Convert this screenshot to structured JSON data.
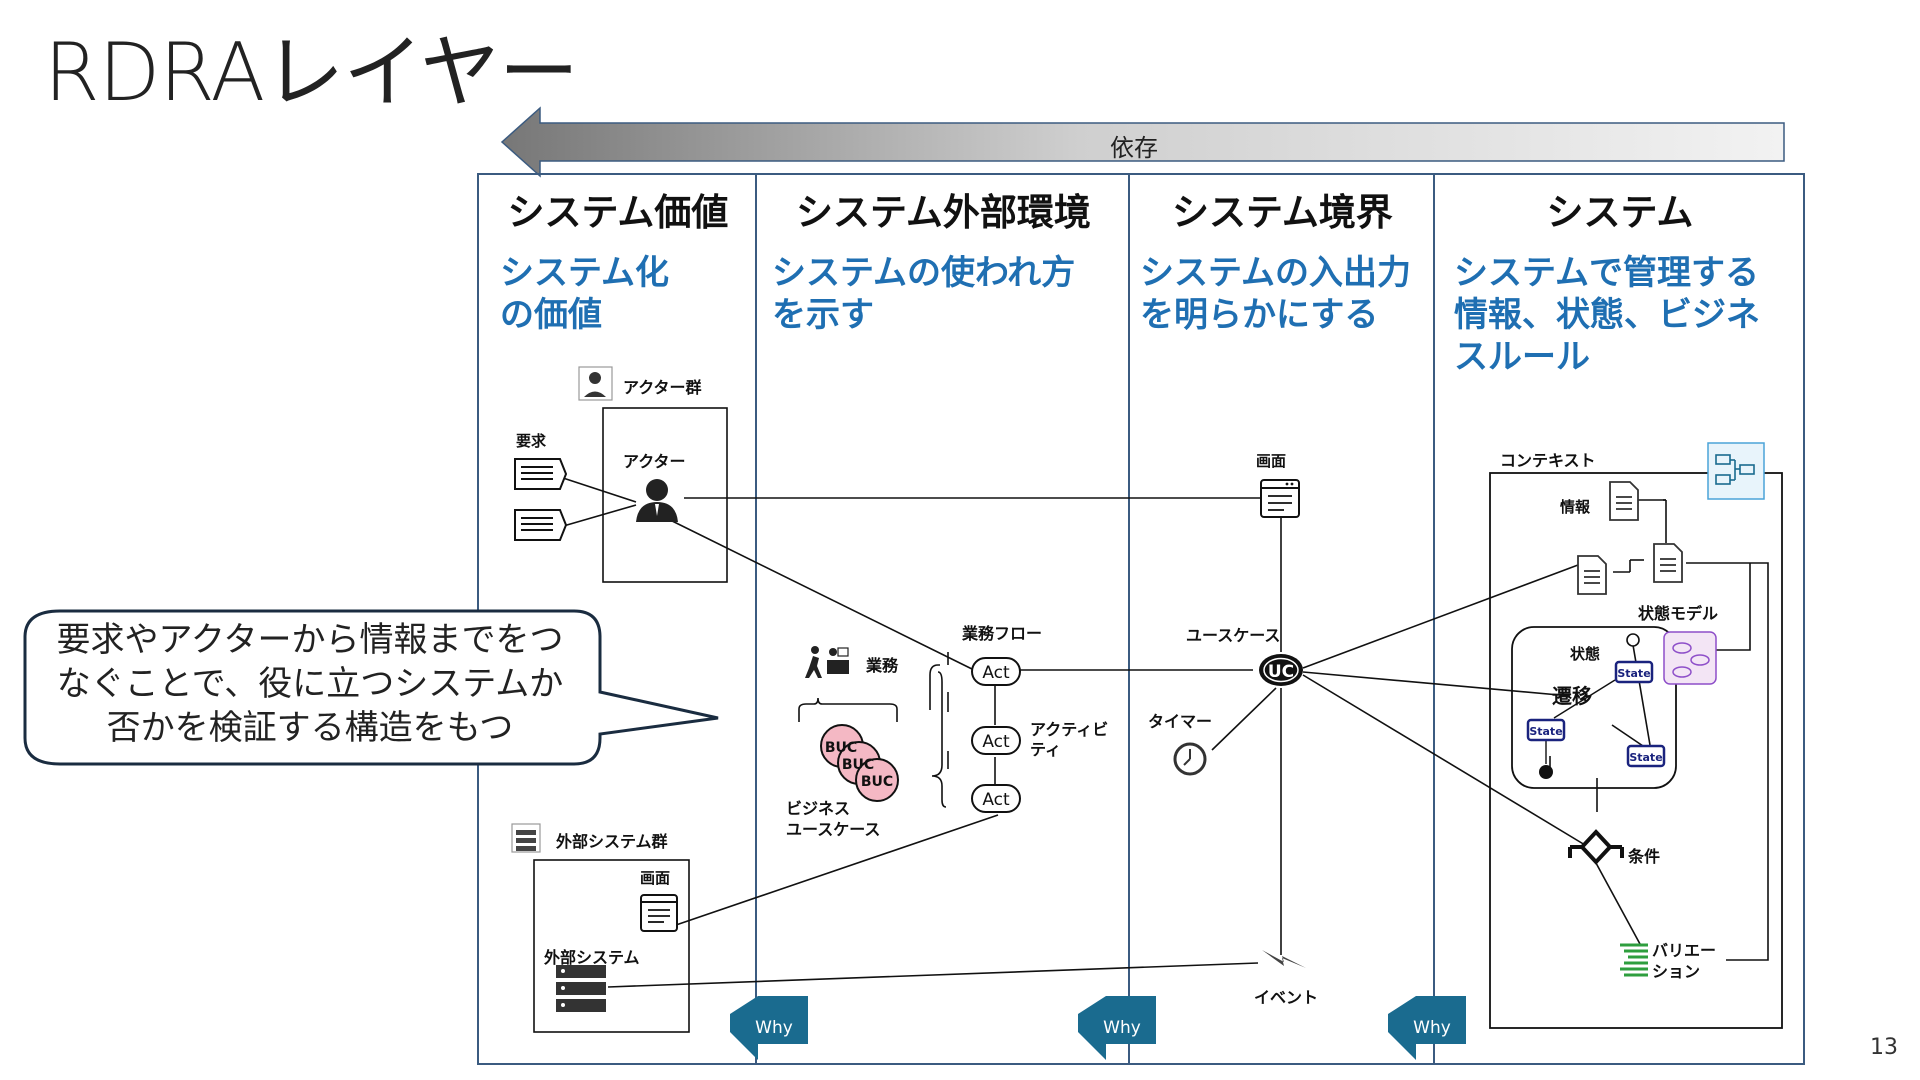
{
  "title": "RDRAレイヤー",
  "dependency": "依存",
  "columns": [
    {
      "title": "システム価値",
      "desc": [
        "システム化",
        "の価値"
      ]
    },
    {
      "title": "システム外部環境",
      "desc": [
        "システムの使われ方",
        "を示す"
      ]
    },
    {
      "title": "システム境界",
      "desc": [
        "システムの入出力",
        "を明らかにする"
      ]
    },
    {
      "title": "システム",
      "desc": [
        "システムで管理する",
        "情報、状態、ビジネ",
        "スルール"
      ]
    }
  ],
  "labels": {
    "actor_group": "アクター群",
    "requirement": "要求",
    "actor": "アクター",
    "external_system_group": "外部システム群",
    "screen_external": "画面",
    "external_system": "外部システム",
    "business": "業務",
    "business_flow": "業務フロー",
    "activity": [
      "アクティビ",
      "ティ"
    ],
    "business_usecase": [
      "ビジネス",
      "ユースケース"
    ],
    "screen": "画面",
    "usecase": "ユースケース",
    "timer": "タイマー",
    "event": "イベント",
    "context": "コンテキスト",
    "information": "情報",
    "state_model": "状態モデル",
    "state": "状態",
    "transition": "遷移",
    "condition": "条件",
    "variation": [
      "バリエー",
      "ション"
    ],
    "act": "Act",
    "buc": "BUC",
    "uc": "UC",
    "state_chip": "State",
    "why": "Why"
  },
  "callout": "要求やアクターから情報までをつなぐことで、役に立つシステムか否かを検証する構造をもつ",
  "page_number": "13",
  "colors": {
    "accent_blue": "#1f6fb2",
    "border": "#3b5b80",
    "why_arrow": "#1a6b8f",
    "buc_pink": "#f4b8c4",
    "state_blue": "#1a237e",
    "variation_green": "#2e9e3e"
  }
}
